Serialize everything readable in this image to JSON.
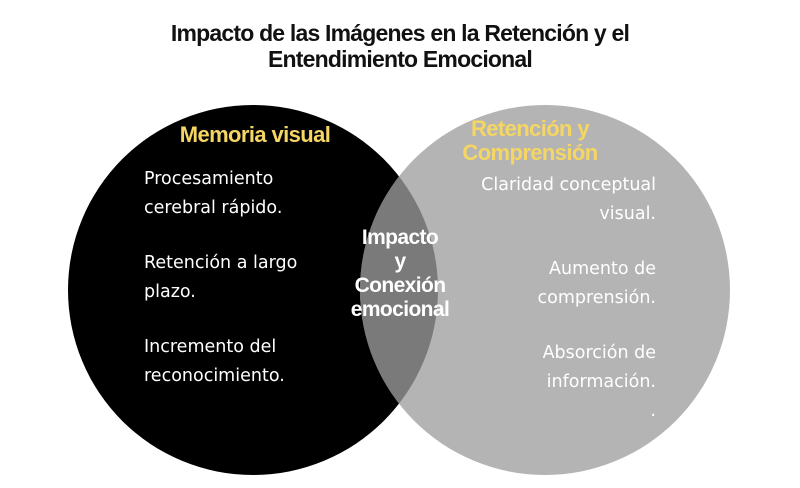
{
  "title": {
    "line1": "Impacto de las Imágenes en la Retención y el",
    "line2": "Entendimiento Emocional"
  },
  "colors": {
    "left_circle": "#000000",
    "right_circle": "#b4b4b4",
    "intersection": "#7a7a7a",
    "heading": "#f6d663",
    "text": "#ffffff"
  },
  "left_circle": {
    "heading": "Memoria visual",
    "items": [
      {
        "line1": "Procesamiento",
        "line2": "cerebral rápido."
      },
      {
        "line1": "Retención a largo",
        "line2": "plazo."
      },
      {
        "line1": "Incremento del",
        "line2": "reconocimiento."
      }
    ]
  },
  "right_circle": {
    "heading_line1": "Retención y",
    "heading_line2": "Comprensión",
    "items": [
      {
        "line1": "Claridad conceptual",
        "line2": "visual."
      },
      {
        "line1": "Aumento de",
        "line2": "comprensión."
      },
      {
        "line1": "Absorción de",
        "line2": "información.",
        "line3": "."
      }
    ]
  },
  "intersection": {
    "line1": "Impacto",
    "line2": "y",
    "line3": "Conexión",
    "line4": "emocional"
  }
}
